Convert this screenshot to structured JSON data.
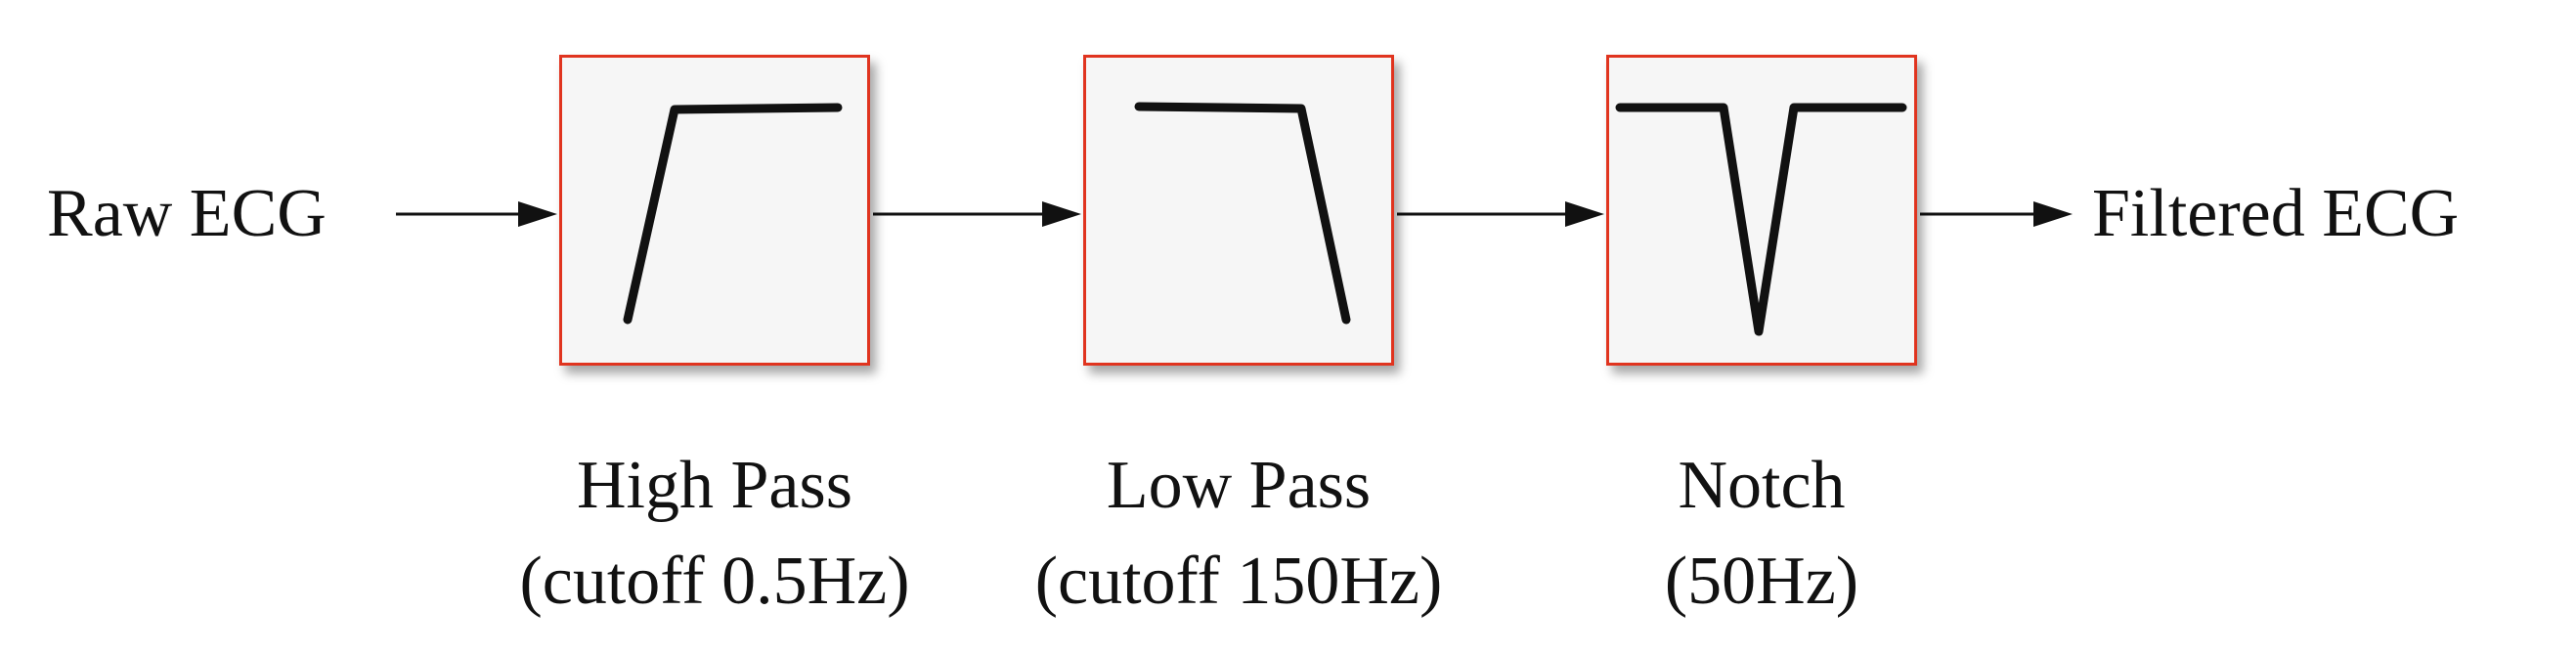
{
  "input_label": "Raw ECG",
  "output_label": "Filtered ECG",
  "filters": [
    {
      "name": "High Pass",
      "detail": "(cutoff 0.5Hz)",
      "response": "high-pass"
    },
    {
      "name": "Low Pass",
      "detail": "(cutoff 150Hz)",
      "response": "low-pass"
    },
    {
      "name": "Notch",
      "detail": "(50Hz)",
      "response": "notch"
    }
  ],
  "colors": {
    "box_border": "#e0341f",
    "box_fill": "#f6f6f6",
    "line": "#111111"
  }
}
